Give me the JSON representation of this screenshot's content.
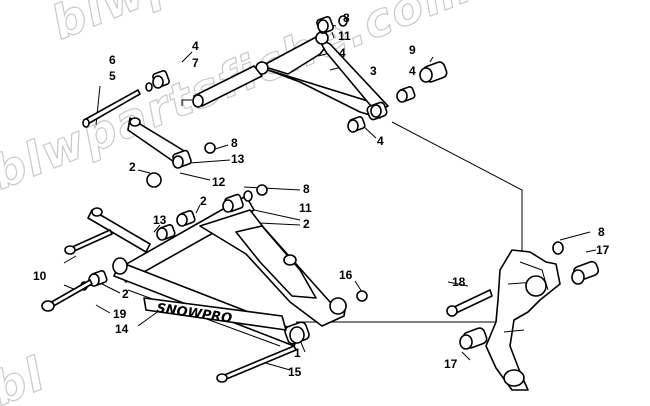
{
  "watermark": {
    "line1": "blwpartsfiche.com",
    "line2": "blwpartsfiche.com",
    "line3": "bl"
  },
  "decal": {
    "text": "SNOWPRO"
  },
  "callouts": [
    {
      "id": "c8a",
      "label": "8"
    },
    {
      "id": "c11a",
      "label": "11"
    },
    {
      "id": "c4a",
      "label": "4"
    },
    {
      "id": "c3",
      "label": "3"
    },
    {
      "id": "c9",
      "label": "9"
    },
    {
      "id": "c4b",
      "label": "4"
    },
    {
      "id": "c4c",
      "label": "4"
    },
    {
      "id": "c6",
      "label": "6"
    },
    {
      "id": "c5",
      "label": "5"
    },
    {
      "id": "c4d",
      "label": "4"
    },
    {
      "id": "c7",
      "label": "7"
    },
    {
      "id": "c8b",
      "label": "8"
    },
    {
      "id": "c13a",
      "label": "13"
    },
    {
      "id": "c2a",
      "label": "2"
    },
    {
      "id": "c12",
      "label": "12"
    },
    {
      "id": "c2b",
      "label": "2"
    },
    {
      "id": "c8c",
      "label": "8"
    },
    {
      "id": "c11b",
      "label": "11"
    },
    {
      "id": "c2c",
      "label": "2"
    },
    {
      "id": "c13b",
      "label": "13"
    },
    {
      "id": "c10",
      "label": "10"
    },
    {
      "id": "c2d",
      "label": "2"
    },
    {
      "id": "c19",
      "label": "19"
    },
    {
      "id": "c14",
      "label": "14"
    },
    {
      "id": "c16",
      "label": "16"
    },
    {
      "id": "c1",
      "label": "1"
    },
    {
      "id": "c15",
      "label": "15"
    },
    {
      "id": "c18",
      "label": "18"
    },
    {
      "id": "c8d",
      "label": "8"
    },
    {
      "id": "c17a",
      "label": "17"
    },
    {
      "id": "c17b",
      "label": "17"
    }
  ]
}
